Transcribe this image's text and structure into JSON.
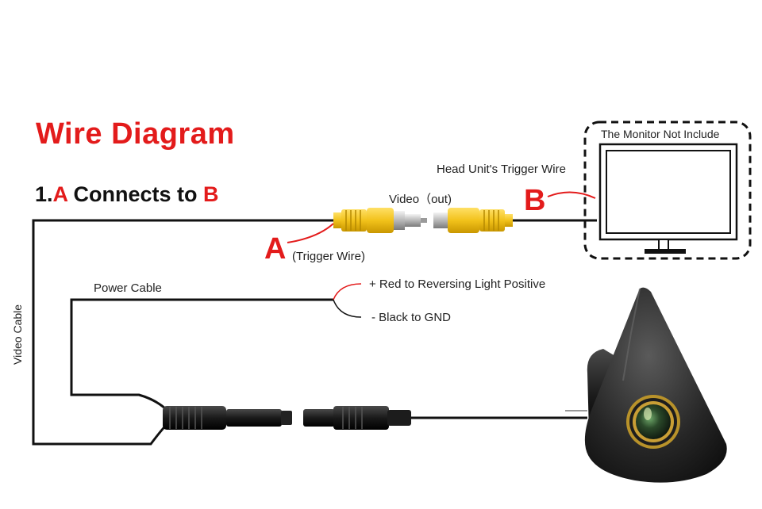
{
  "title": "Wire Diagram",
  "subtitle": {
    "prefix": "1.",
    "from": "A",
    "middle": " Connects to ",
    "to": "B"
  },
  "labels": {
    "video_out": "Video（out)",
    "trigger_wire_letter": "A",
    "trigger_wire": "(Trigger Wire)",
    "head_unit_trigger": "Head Unit's Trigger Wire",
    "head_unit_letter": "B",
    "monitor_note": "The Monitor Not Include",
    "power_cable": "Power Cable",
    "red_positive": "+ Red to Reversing Light Positive",
    "black_gnd": "- Black to GND",
    "video_cable": "Video Cable"
  },
  "colors": {
    "accent": "#e31b1b",
    "rca_yellow": "#f2c21b",
    "cable": "#111111"
  }
}
